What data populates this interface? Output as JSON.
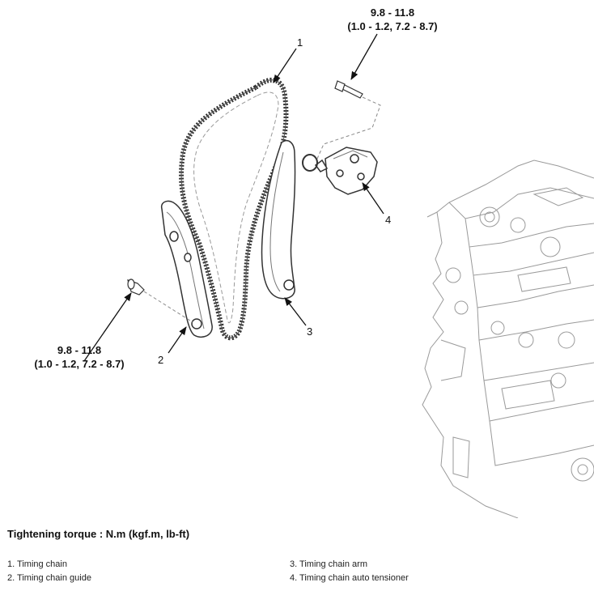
{
  "torque_top": {
    "line1": "9.8 - 11.8",
    "line2": "(1.0 - 1.2, 7.2 - 8.7)"
  },
  "torque_left": {
    "line1": "9.8 - 11.8",
    "line2": "(1.0 - 1.2, 7.2 - 8.7)"
  },
  "callouts": [
    "1",
    "2",
    "3",
    "4"
  ],
  "caption": "Tightening torque : N.m (kgf.m, lb-ft)",
  "legend": [
    "1. Timing chain",
    "2. Timing chain guide",
    "3. Timing chain arm",
    "4. Timing chain auto tensioner"
  ]
}
